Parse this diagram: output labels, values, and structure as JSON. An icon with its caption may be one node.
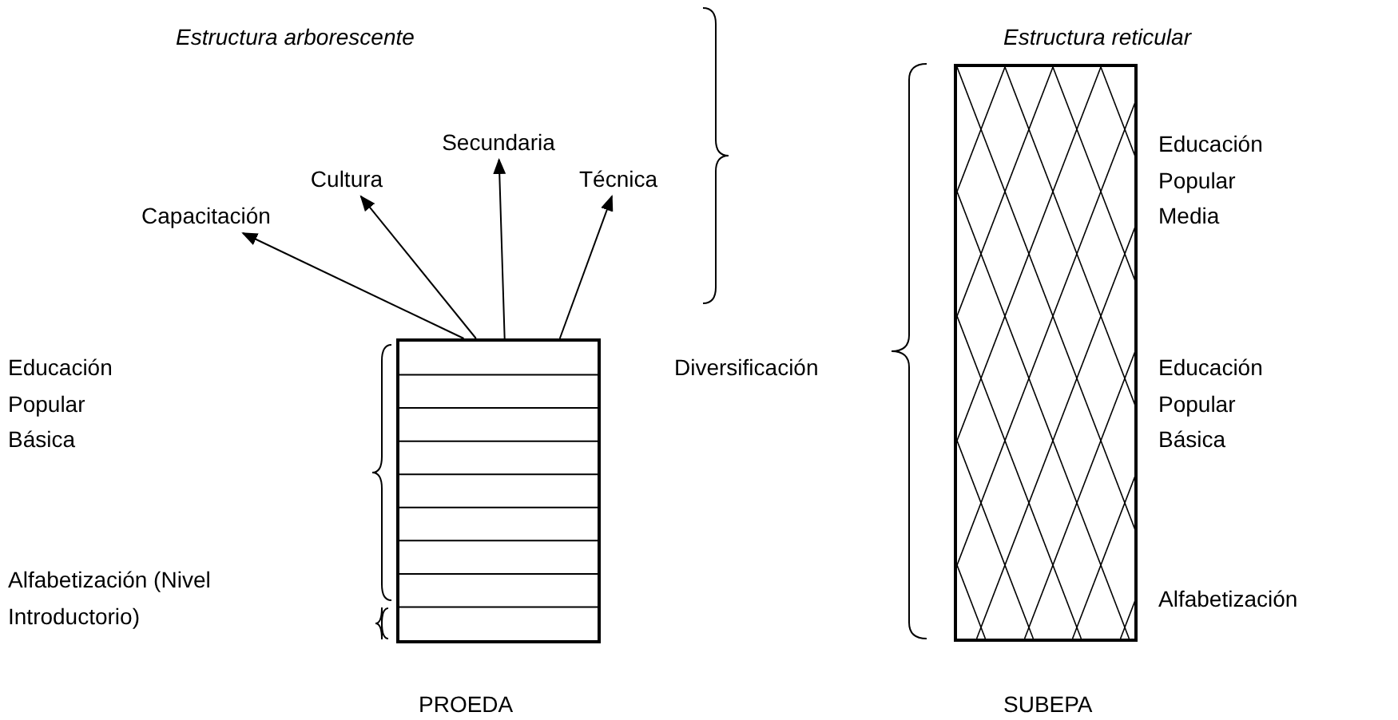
{
  "diagram": {
    "nodes": [
      {
        "text": [],
        "shape": "box",
        "beside": [
          "PROEDA"
        ]
      },
      {
        "text": [
          "Capacitación"
        ]
      },
      {
        "text": [
          "Cultura"
        ]
      },
      {
        "text": [
          "Secundaria"
        ]
      },
      {
        "text": [
          "Técnica"
        ]
      },
      {
        "text": [],
        "shape": "box",
        "beside": [
          "SUBEPA"
        ]
      }
    ],
    "edges": [
      {
        "from": 0,
        "to": 1,
        "arrow": "to"
      },
      {
        "from": 0,
        "to": 2,
        "arrow": "to"
      },
      {
        "from": 0,
        "to": 3,
        "arrow": "to"
      },
      {
        "from": 0,
        "to": 4,
        "arrow": "to"
      }
    ],
    "labels": [
      "Estructura arborescente",
      "Estructura reticular",
      "Educación Popular Básica",
      "Alfabetización (Nivel Introductorio)",
      "Diversificación",
      "Educación Popular Media",
      "Educación Popular Básica",
      "Alfabetización"
    ]
  }
}
